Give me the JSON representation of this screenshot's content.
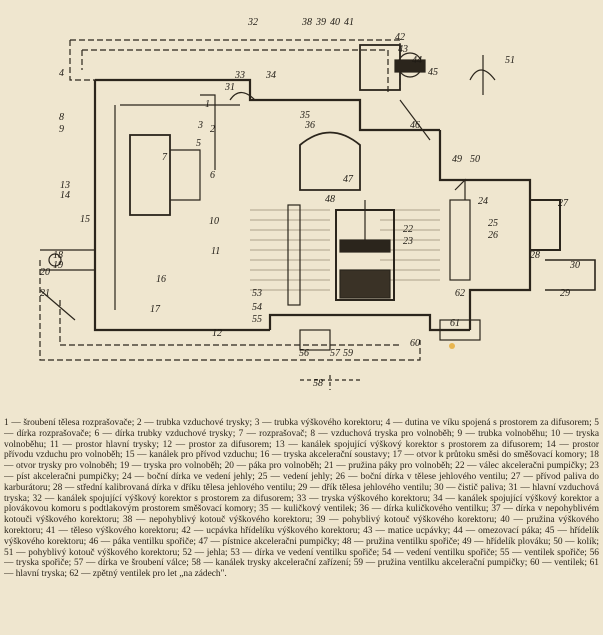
{
  "figure": {
    "callouts": [
      {
        "id": "c32",
        "text": "32"
      },
      {
        "id": "c38",
        "text": "38"
      },
      {
        "id": "c39",
        "text": "39"
      },
      {
        "id": "c40",
        "text": "40"
      },
      {
        "id": "c41",
        "text": "41"
      },
      {
        "id": "c42",
        "text": "42"
      },
      {
        "id": "c43",
        "text": "43"
      },
      {
        "id": "c44",
        "text": "44"
      },
      {
        "id": "c45",
        "text": "45"
      },
      {
        "id": "c51",
        "text": "51"
      },
      {
        "id": "c4",
        "text": "4"
      },
      {
        "id": "c33",
        "text": "33"
      },
      {
        "id": "c31",
        "text": "31"
      },
      {
        "id": "c34",
        "text": "34"
      },
      {
        "id": "c1",
        "text": "1"
      },
      {
        "id": "c3",
        "text": "3"
      },
      {
        "id": "c8",
        "text": "8"
      },
      {
        "id": "c9",
        "text": "9"
      },
      {
        "id": "c2",
        "text": "2"
      },
      {
        "id": "c35",
        "text": "35"
      },
      {
        "id": "c36",
        "text": "36"
      },
      {
        "id": "c46",
        "text": "46"
      },
      {
        "id": "c5",
        "text": "5"
      },
      {
        "id": "c7",
        "text": "7"
      },
      {
        "id": "c6",
        "text": "6"
      },
      {
        "id": "c49",
        "text": "49"
      },
      {
        "id": "c50",
        "text": "50"
      },
      {
        "id": "c47",
        "text": "47"
      },
      {
        "id": "c13",
        "text": "13"
      },
      {
        "id": "c14",
        "text": "14"
      },
      {
        "id": "c15",
        "text": "15"
      },
      {
        "id": "c48",
        "text": "48"
      },
      {
        "id": "c24",
        "text": "24"
      },
      {
        "id": "c27",
        "text": "27"
      },
      {
        "id": "c10",
        "text": "10"
      },
      {
        "id": "c25",
        "text": "25"
      },
      {
        "id": "c26",
        "text": "26"
      },
      {
        "id": "c22",
        "text": "22"
      },
      {
        "id": "c23",
        "text": "23"
      },
      {
        "id": "c11",
        "text": "11"
      },
      {
        "id": "c28",
        "text": "28"
      },
      {
        "id": "c18",
        "text": "18"
      },
      {
        "id": "c19",
        "text": "19"
      },
      {
        "id": "c20",
        "text": "20"
      },
      {
        "id": "c16",
        "text": "16"
      },
      {
        "id": "c30",
        "text": "30"
      },
      {
        "id": "c21",
        "text": "21"
      },
      {
        "id": "c53",
        "text": "53"
      },
      {
        "id": "c29",
        "text": "29"
      },
      {
        "id": "c62",
        "text": "62"
      },
      {
        "id": "c17",
        "text": "17"
      },
      {
        "id": "c54",
        "text": "54"
      },
      {
        "id": "c55",
        "text": "55"
      },
      {
        "id": "c61",
        "text": "61"
      },
      {
        "id": "c12",
        "text": "12"
      },
      {
        "id": "c60",
        "text": "60"
      },
      {
        "id": "c56",
        "text": "56"
      },
      {
        "id": "c57",
        "text": "57"
      },
      {
        "id": "c59",
        "text": "59"
      },
      {
        "id": "c58",
        "text": "58"
      }
    ]
  },
  "caption": {
    "text": "1 — šroubení tělesa rozprašovače; 2 — trubka vzduchové trysky; 3 — trubka výškového korektoru; 4 — dutina ve víku spojená s prostorem za difusorem; 5 — dírka rozprašovače; 6 — dírka trubky vzduchové trysky; 7 — rozprašovač; 8 — vzduchová tryska pro volnoběh; 9 — trubka volnoběhu; 10 — tryska volnoběhu; 11 — prostor hlavní trysky; 12 — prostor za difusorem; 13 — kanálek spojující výškový korektor s prostorem za difusorem; 14 — prostor přívodu vzduchu pro volnoběh; 15 — kanálek pro přívod vzduchu; 16 — tryska akcelerační soustavy; 17 — otvor k průtoku směsi do směšovací komory; 18 — otvor trysky pro volnoběh; 19 — tryska pro volnoběh; 20 — páka pro volnoběh; 21 — pružina páky pro volnoběh; 22 — válec akceleračni pumpičky; 23 — píst akceleračni pumpičky; 24 — boční dírka ve vedení jehly; 25 — vedení jehly; 26 — boční dírka v tělese jehlového ventilu; 27 — přívod paliva do karburátoru; 28 — střední kalibrovaná dírka v dříku tělesa jehlového ventilu; 29 — dřík tělesa jehlového ventilu; 30 — čistič paliva; 31 — hlavní vzduchová tryska; 32 — kanálek spojující výškový korektor s prostorem za difusorem; 33 — tryska výškového korektoru; 34 — kanálek spojující výškový korektor a plovákovou komoru s podtlakovým prostorem směšovací komory; 35 — kuličkový ventilek; 36 — dírka kuličkového ventilku; 37 — dírka v nepohyblivém kotouči výškového korektoru; 38 — nepohyblivý kotouč výškového korektoru; 39 — pohyblivý kotouč výškového korektoru; 40 — pružina výškového korektoru; 41 — těleso výškového korektoru; 42 — ucpávka hřídelíku výškového korektoru; 43 — matice ucpávky; 44 — omezovací páka; 45 — hřídelík výškového korektoru; 46 — páka ventilku spořiče; 47 — pístnice akceleračni pumpičky; 48 — pružina ventilku spořiče; 49 — hřídelík plováku; 50 — kolík; 51 — pohyblivý kotouč výškového korektoru; 52 — jehla; 53 — dírka ve vedení ventilku spořiče; 54 — vedení ventilku spořiče; 55 — ventilek spořiče; 56 — tryska spořiče; 57 — dírka ve šroubení válce; 58 — kanálek trysky akcelerační zařízení; 59 — pružina ventilku akcelerační pumpičky; 60 — ventilek; 61 — hlavní tryska; 62 — zpětný ventilek pro let „na zádech\"."
  }
}
